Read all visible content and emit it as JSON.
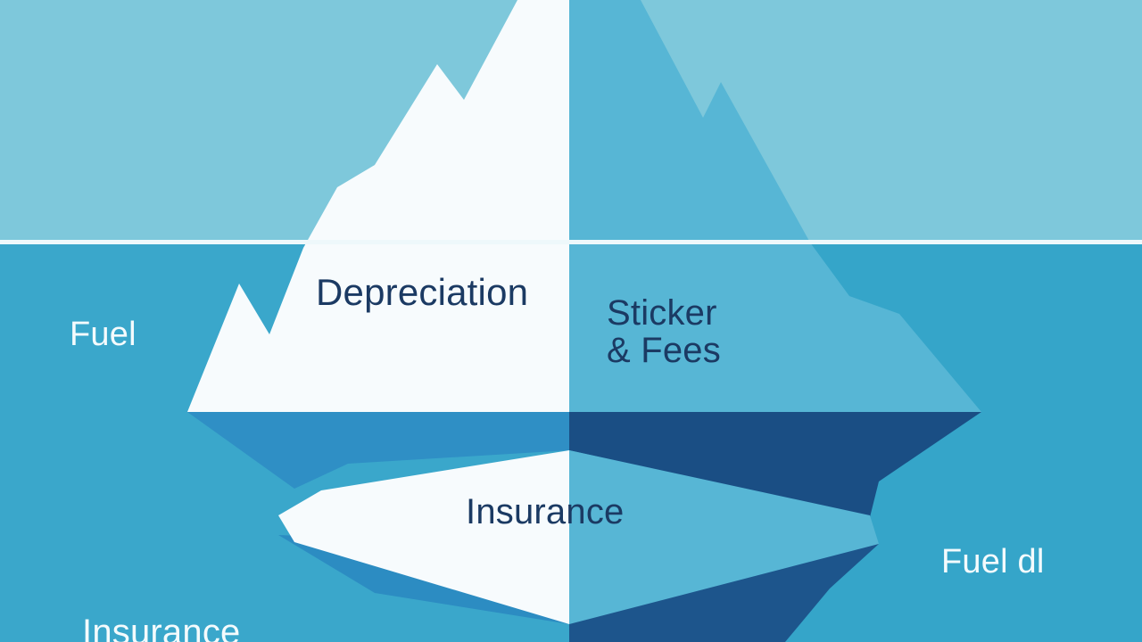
{
  "labels": {
    "depreciation": "Depreciation",
    "sticker_line1": "Sticker",
    "sticker_line2": "& Fees",
    "insurance_center": "Insurance",
    "fuel_left": "Fuel",
    "fuel_right": "Fuel dl",
    "insurance_bottom": "Insurance"
  },
  "colors": {
    "sky": "#7ec8db",
    "water": "#35a5c9",
    "waterline": "#eef8fb",
    "ice_light": "#f7fbfd",
    "ice_shade": "#57b6d5",
    "ice_deep": "#1a4e84",
    "ice_mid": "#2f8fc5",
    "text_dark": "#1b3a63",
    "text_light": "#f4fbfd"
  }
}
